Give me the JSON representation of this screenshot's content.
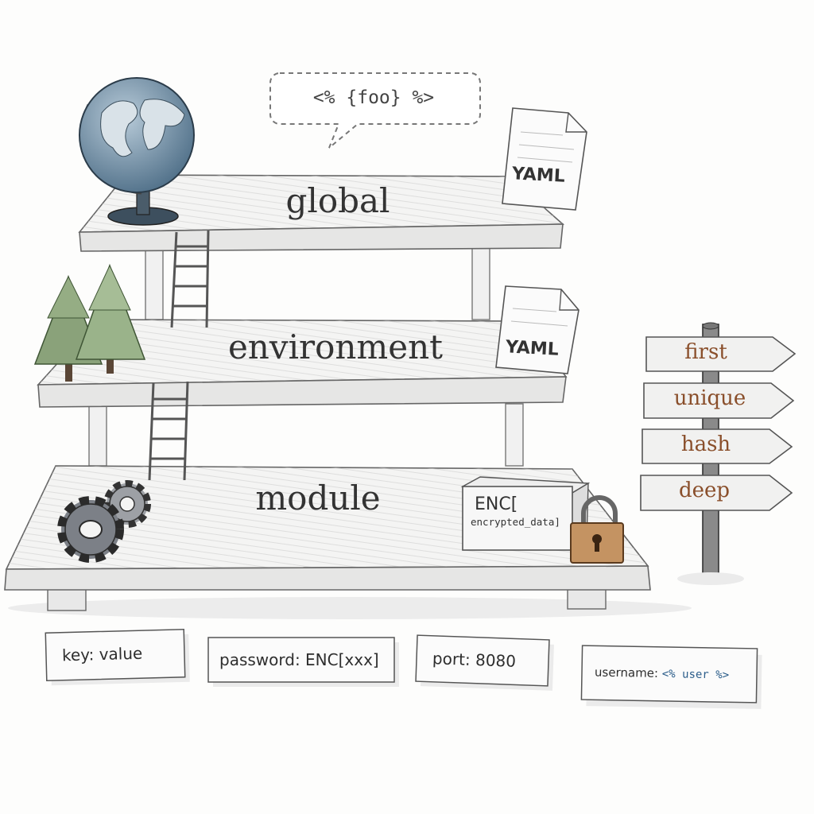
{
  "bubble": {
    "text": "<% {foo} %>"
  },
  "tiers": {
    "global": {
      "label": "global",
      "file_badge": "YAML"
    },
    "environment": {
      "label": "environment",
      "file_badge": "YAML"
    },
    "module": {
      "label": "module",
      "encrypted_line1": "ENC[",
      "encrypted_line2": "encrypted_data]"
    }
  },
  "signpost": {
    "items": [
      "first",
      "unique",
      "hash",
      "deep"
    ]
  },
  "cards": [
    {
      "text": "key: value"
    },
    {
      "text": "password: ENC[xxx]"
    },
    {
      "text": "port: 8080"
    },
    {
      "key": "username:",
      "template": "<% user %>"
    }
  ],
  "icons": [
    "globe-icon",
    "pine-tree-icon",
    "gear-icon",
    "padlock-icon",
    "ladder-icon",
    "document-icon",
    "signpost-icon"
  ],
  "colors": {
    "ink": "#2e2e2e",
    "sign_text": "#8a4f2b",
    "template_text": "#2b5d8a",
    "globe": "#5d7f99",
    "tree": "#7e9a6c",
    "lock": "#b88550"
  }
}
